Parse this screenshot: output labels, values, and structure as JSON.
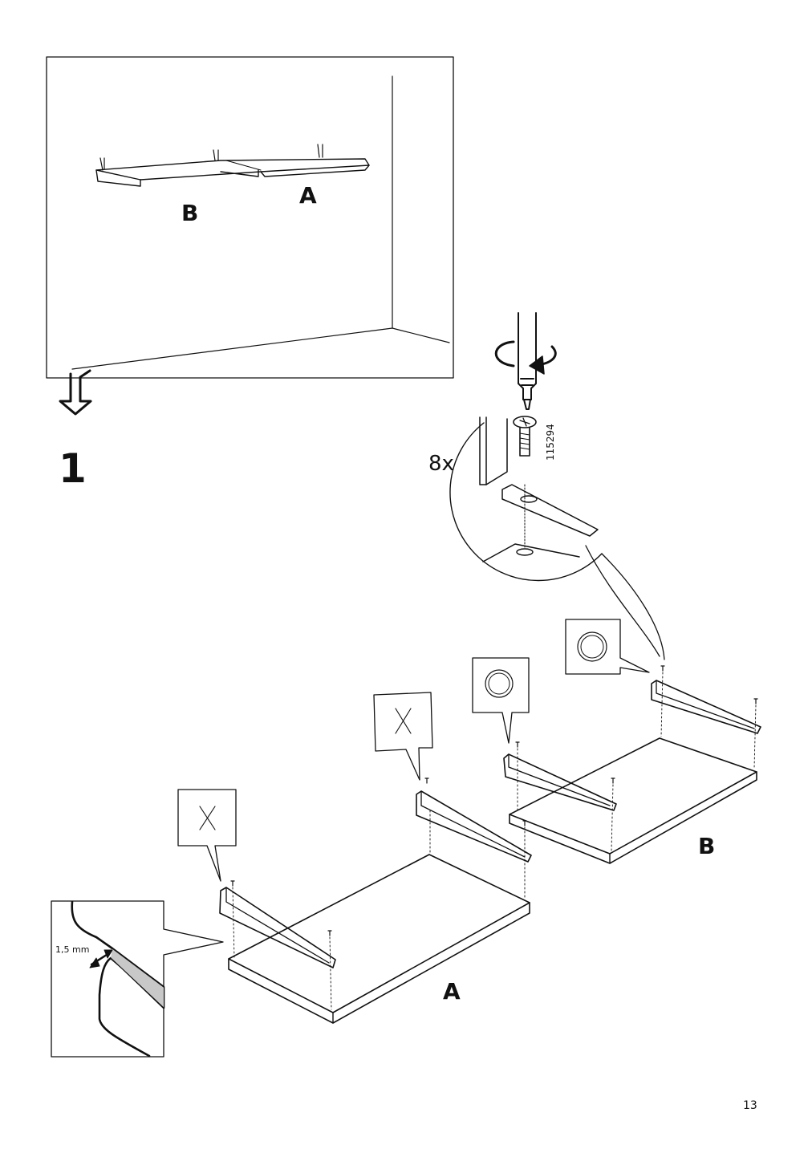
{
  "overview": {
    "label_a": "A",
    "label_b": "B"
  },
  "step": {
    "number": "1"
  },
  "screw": {
    "quantity": "8x",
    "article_number": "115294"
  },
  "markers": {
    "x_symbol": "X"
  },
  "detail": {
    "measurement": "1,5 mm"
  },
  "shelves": {
    "label_a": "A",
    "label_b": "B"
  },
  "page": {
    "number": "13"
  },
  "icons": [
    "down-arrow-icon",
    "rotate-clockwise-icon",
    "screw-icon",
    "wrong-cross-icon",
    "correct-circle-icon"
  ],
  "colors": {
    "ink": "#111111",
    "shade": "#c8c8c8"
  }
}
